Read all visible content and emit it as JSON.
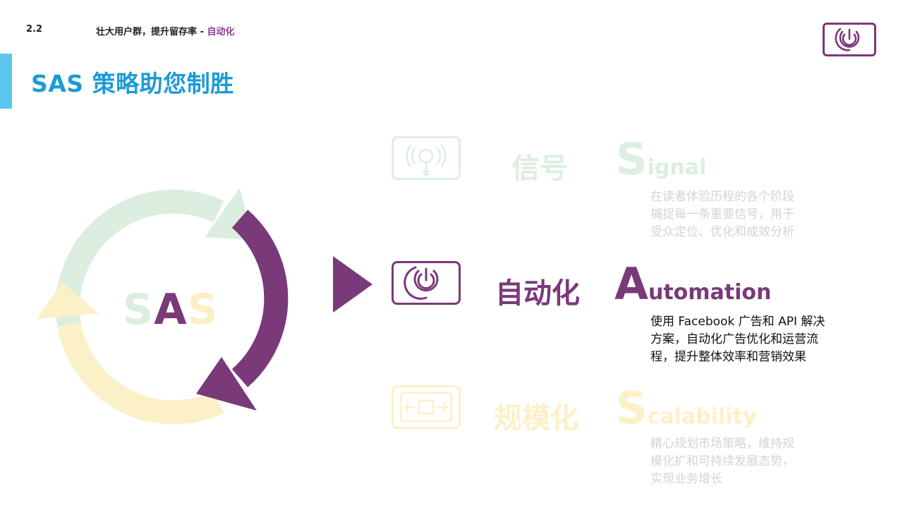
{
  "header": {
    "section_number": "2.2",
    "breadcrumb_main": "壮大用户群，提升留存率",
    "breadcrumb_sep": " - ",
    "breadcrumb_highlight": "自动化"
  },
  "title": "SAS 策略助您制胜",
  "cycle": {
    "letter_1": "S",
    "letter_2": "A",
    "letter_3": "S"
  },
  "rows": {
    "signal": {
      "icon": "signal-camera-icon",
      "cn": "信号",
      "en_initial": "S",
      "en_rest": "ignal",
      "desc_lines": [
        "在读者体验历程的各个阶段",
        "捕捉每一条重要信号，用于",
        "受众定位、优化和成效分析"
      ]
    },
    "automation": {
      "icon": "power-icon",
      "cn": "自动化",
      "en_initial": "A",
      "en_rest": "utomation",
      "desc_lines": [
        "使用 Facebook 广告和 API 解决",
        "方案，自动化广告优化和运营流",
        "程，提升整体效率和营销效果"
      ]
    },
    "scalability": {
      "icon": "scale-frame-icon",
      "cn": "规模化",
      "en_initial": "S",
      "en_rest": "calability",
      "desc_lines": [
        "精心规划市场策略，维持规",
        "模化扩和可持续发展态势，",
        "实现业务增长"
      ]
    }
  },
  "colors": {
    "purple": "#7a3979",
    "title_blue": "#1e9ad6",
    "accent_bar": "#5bc6ee",
    "green_faded": "#dcefe0",
    "yellow_faded": "#fcf0c7"
  }
}
